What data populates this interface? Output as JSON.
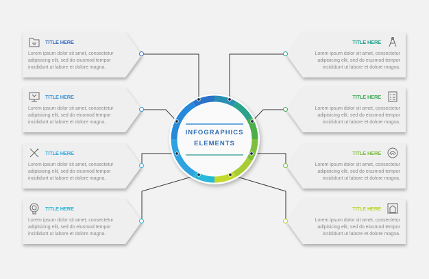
{
  "center": {
    "line1": "INFOGRAPHICS",
    "line2": "ELEMENTS"
  },
  "left_cards": [
    {
      "title": "TITLE HERE",
      "text": "Lorem ipsum dolor sit amet, consectetur adipisicing elit, sed do eiusmod tempor incididunt ut labore et dolore magna.",
      "icon": "folder-icon",
      "color": "#3a6fc0"
    },
    {
      "title": "TITLE HERE",
      "text": "Lorem ipsum dolor sit amet, consectetur adipisicing elit, sed do eiusmod tempor incididunt ut labore et dolore magna.",
      "icon": "monitor-icon",
      "color": "#3592d9"
    },
    {
      "title": "TITLE HERE",
      "text": "Lorem ipsum dolor sit amet, consectetur adipisicing elit, sed do eiusmod tempor incididunt ut labore et dolore magna.",
      "icon": "pencil-ruler-icon",
      "color": "#35a8e0"
    },
    {
      "title": "TITLE HERE",
      "text": "Lorem ipsum dolor sit amet, consectetur adipisicing elit, sed do eiusmod tempor incididunt ut labore et dolore magna.",
      "icon": "lightbulb-gear-icon",
      "color": "#2bb6d6"
    }
  ],
  "right_cards": [
    {
      "title": "TITLE HERE",
      "text": "Lorem ipsum dolor sit amet, consectetur adipisicing elit, sed do eiusmod tempor incididunt ut labore et dolore magna.",
      "icon": "compass-icon",
      "color": "#23a08e"
    },
    {
      "title": "TITLE HERE",
      "text": "Lorem ipsum dolor sit amet, consectetur adipisicing elit, sed do eiusmod tempor incididunt ut labore et dolore magna.",
      "icon": "checklist-icon",
      "color": "#3aaa55"
    },
    {
      "title": "TITLE HERE",
      "text": "Lorem ipsum dolor sit amet, consectetur adipisicing elit, sed do eiusmod tempor incididunt ut labore et dolore magna.",
      "icon": "fingerprint-icon",
      "color": "#7cbf3f"
    },
    {
      "title": "TITLE HERE",
      "text": "Lorem ipsum dolor sit amet, consectetur adipisicing elit, sed do eiusmod tempor incididunt ut labore et dolore magna.",
      "icon": "house-icon",
      "color": "#b8d433"
    }
  ]
}
